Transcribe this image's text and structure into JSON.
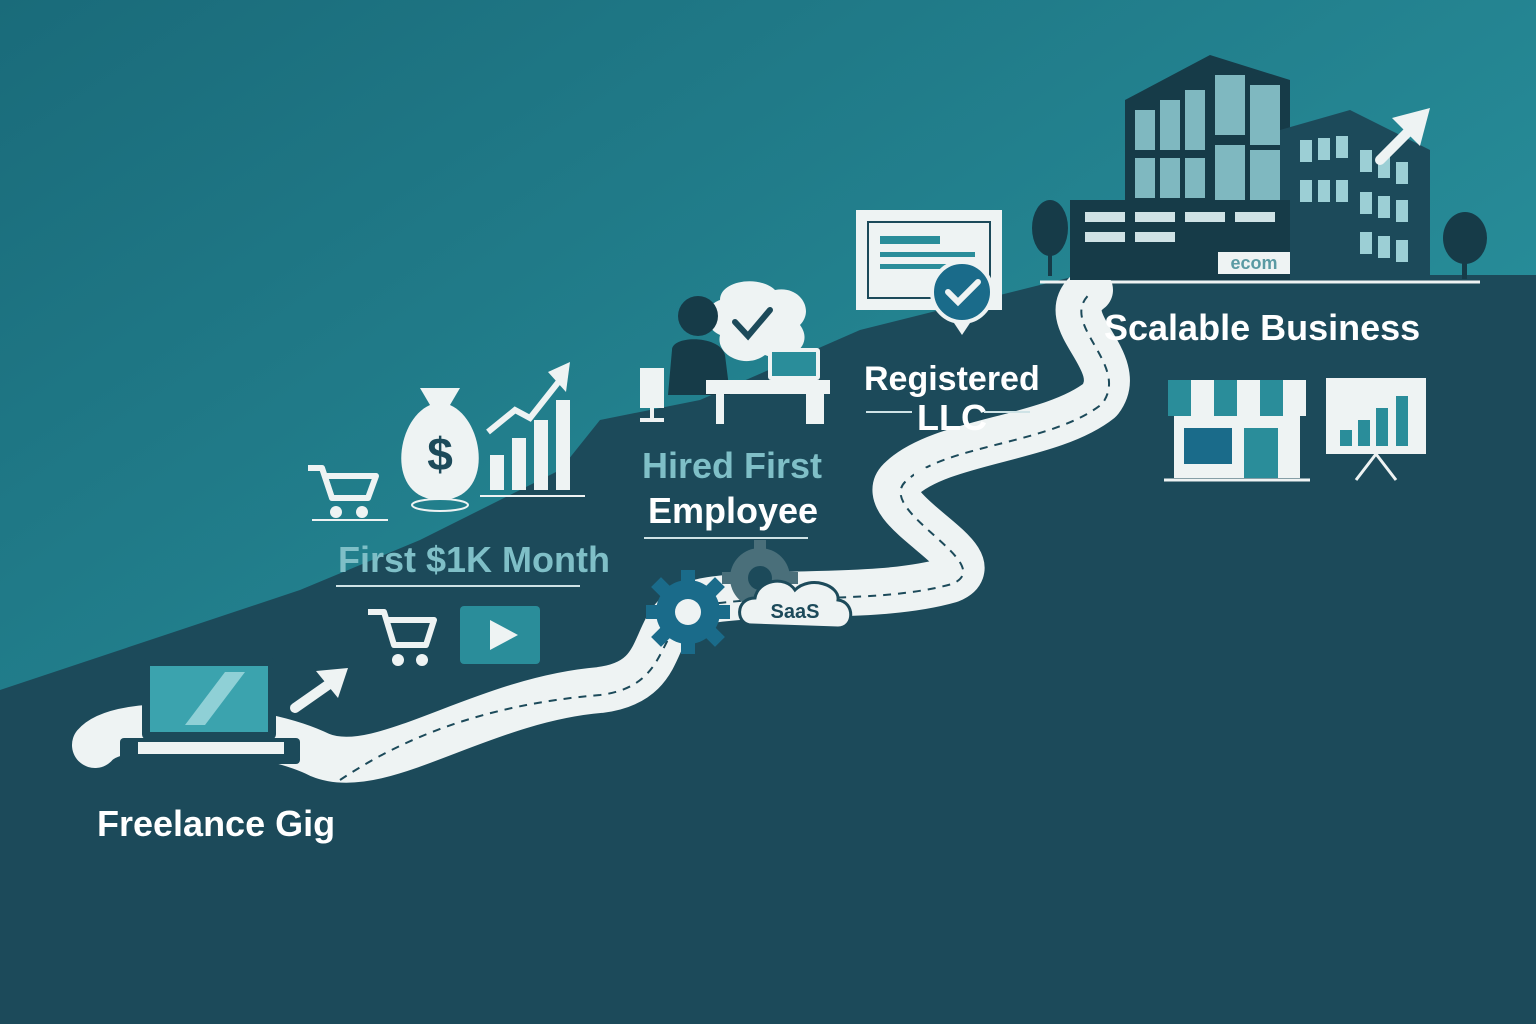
{
  "milestones": {
    "freelance": "Freelance Gig",
    "first_1k": "First $1K Month",
    "hired_line1": "Hired First",
    "hired_line2": "Employee",
    "llc_line1": "Registered",
    "llc_line2": "LLC",
    "scalable": "Scalable Business"
  },
  "labels": {
    "saas": "SaaS",
    "ecom": "ecom",
    "dollar": "$"
  },
  "colors": {
    "sky_top": "#1a6b7a",
    "sky_bottom": "#2a9aa6",
    "hill": "#1c4a5a",
    "path": "#eef3f3",
    "accent": "#2a8d9a",
    "dark": "#163b48"
  },
  "icons": [
    "laptop-icon",
    "arrow-up-right-icon",
    "shopping-cart-icon",
    "play-button-icon",
    "money-bag-icon",
    "growth-chart-icon",
    "person-at-desk-icon",
    "speech-bubble-check-icon",
    "gear-icon",
    "saas-cloud-icon",
    "certificate-icon",
    "check-badge-icon",
    "office-building-icon",
    "storefront-icon",
    "presentation-chart-icon",
    "tree-icon"
  ]
}
